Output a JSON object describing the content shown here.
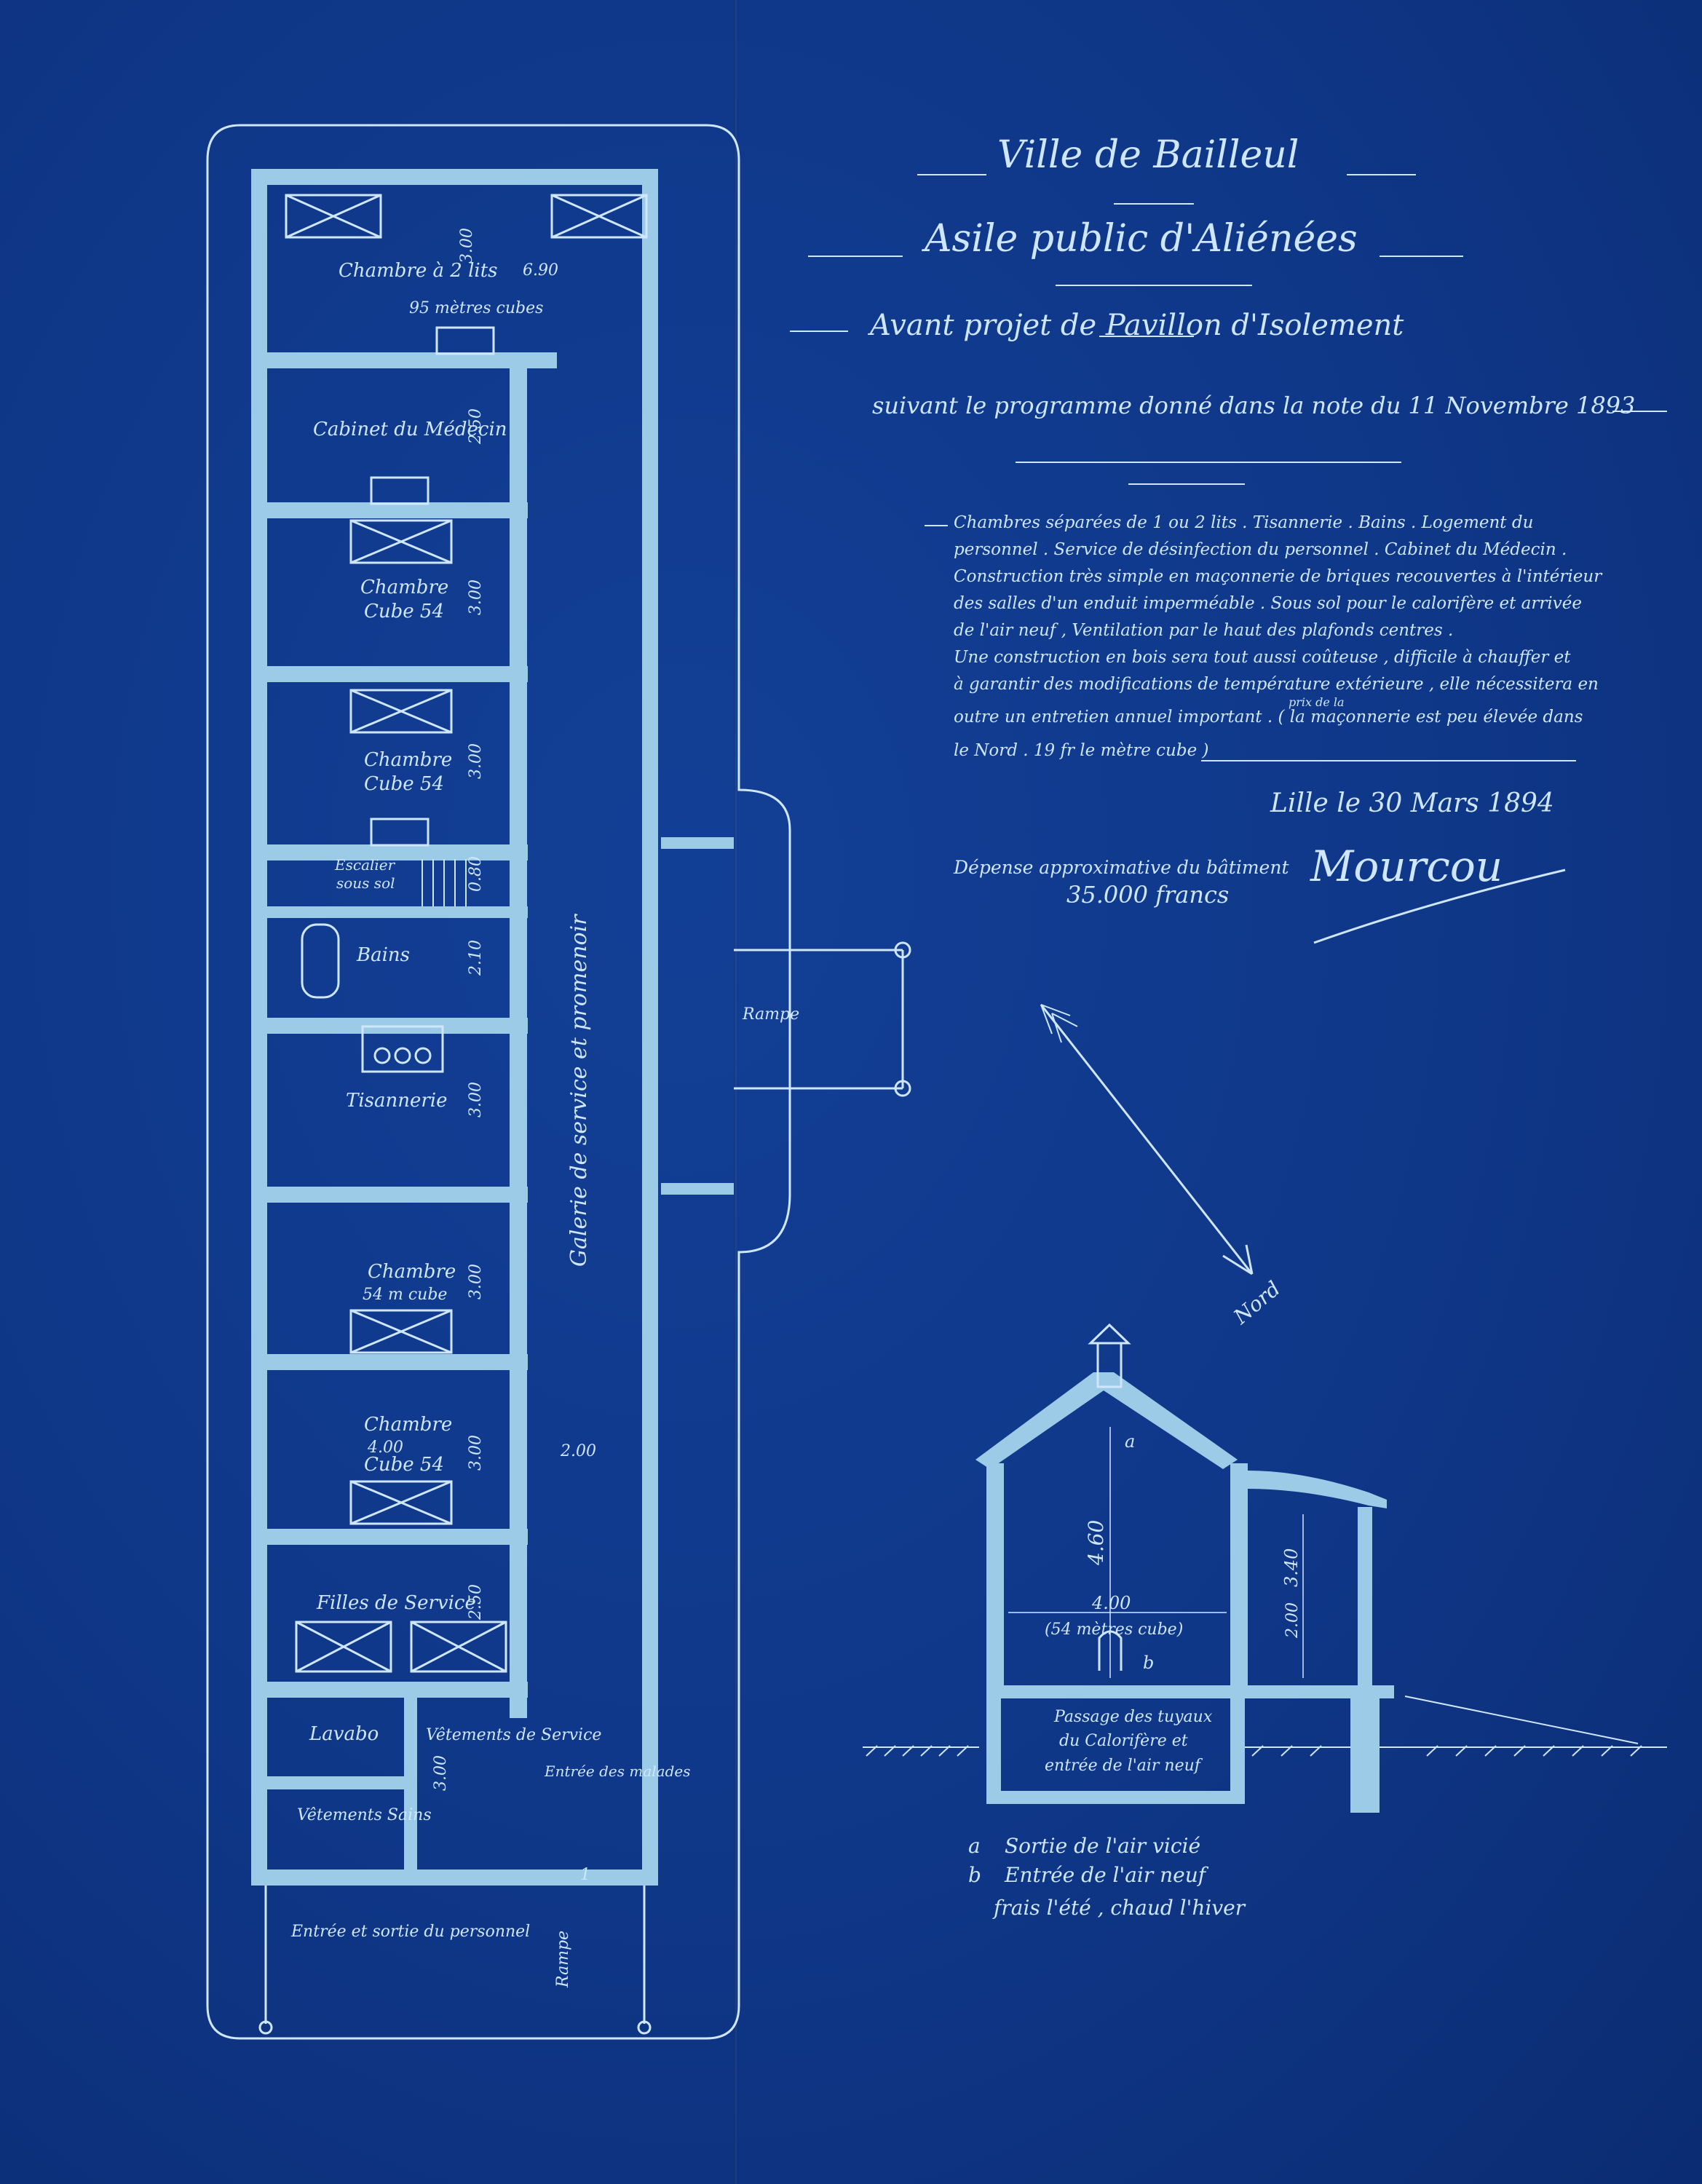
{
  "title_block": {
    "city": "Ville de Bailleul",
    "institution": "Asile public d'Aliénées",
    "project": "Avant projet de Pavillon d'Isolement",
    "program": "suivant le programme donné dans la note du 11 Novembre 1893"
  },
  "description": [
    "Chambres séparées de 1 ou 2 lits . Tisannerie . Bains . Logement du",
    "personnel . Service de désinfection du personnel . Cabinet du Médecin .",
    "Construction très simple en maçonnerie de briques recouvertes à l'intérieur",
    "des salles d'un enduit imperméable . Sous sol pour le calorifère et arrivée",
    "de l'air neuf , Ventilation par le haut des plafonds centres .",
    "Une construction en bois sera tout aussi coûteuse , difficile à chauffer et",
    "à garantir des modifications de température extérieure , elle nécessitera en",
    "outre un entretien annuel important . ( la maçonnerie est peu élevée dans",
    "le Nord . 19 fr le mètre cube )"
  ],
  "description_insert": "prix de la",
  "date": "Lille le 30 Mars 1894",
  "expense": {
    "line1": "Dépense approximative du bâtiment",
    "amount": "35.000 francs"
  },
  "signature": "Mourcou",
  "north_label": "Nord",
  "rooms": {
    "chambre_2_lits": "Chambre à 2 lits",
    "volume_95": "95 mètres cubes",
    "cabinet": "Cabinet du Médecin",
    "chambre1": "Chambre",
    "cube54_1": "Cube 54",
    "chambre2": "Chambre",
    "cube54_2": "Cube 54",
    "escalier": "Escalier",
    "sous_sol": "sous sol",
    "bains": "Bains",
    "tisannerie": "Tisannerie",
    "chambre3": "Chambre",
    "cube54_3": "54 m cube",
    "chambre4": "Chambre",
    "cube54_4": "Cube 54",
    "filles": "Filles de Service",
    "lavabo": "Lavabo",
    "vetements_sains": "Vêtements Sains",
    "vetements_service": "Vêtements de Service",
    "entree_malades": "Entrée des malades",
    "entree_personnel": "Entrée et sortie du personnel",
    "rampe_bottom": "Rampe",
    "rampe_side": "Rampe",
    "galerie": "Galerie de service et promenoir"
  },
  "dimensions": {
    "d300_top": "3.00",
    "d690": "6.90",
    "d250a": "2.50",
    "d300b": "3.00",
    "d300c": "3.00",
    "d080": "0.80",
    "d210": "2.10",
    "d300d": "3.00",
    "d300e": "3.00",
    "d400plan": "4.00",
    "d300f": "3.00",
    "d200": "2.00",
    "d250b": "2.50",
    "d300g": "3.00",
    "d1": "1"
  },
  "section": {
    "h460": "4.60",
    "w400": "4.00",
    "h340": "3.40",
    "w200": "2.00",
    "volume": "(54 mètres cube)",
    "passage": [
      "Passage des tuyaux",
      "du Calorifère et",
      "entrée de l'air neuf"
    ],
    "marker_a": "a",
    "marker_b": "b"
  },
  "legend": [
    {
      "key": "a",
      "text": "Sortie de l'air vicié"
    },
    {
      "key": "b",
      "text": "Entrée de l'air neuf"
    },
    {
      "key": "",
      "text": "frais l'été , chaud l'hiver"
    }
  ],
  "colors": {
    "paper": "#0f3788",
    "ink": "#cfe6ff",
    "wall": "#9ccbe8"
  }
}
